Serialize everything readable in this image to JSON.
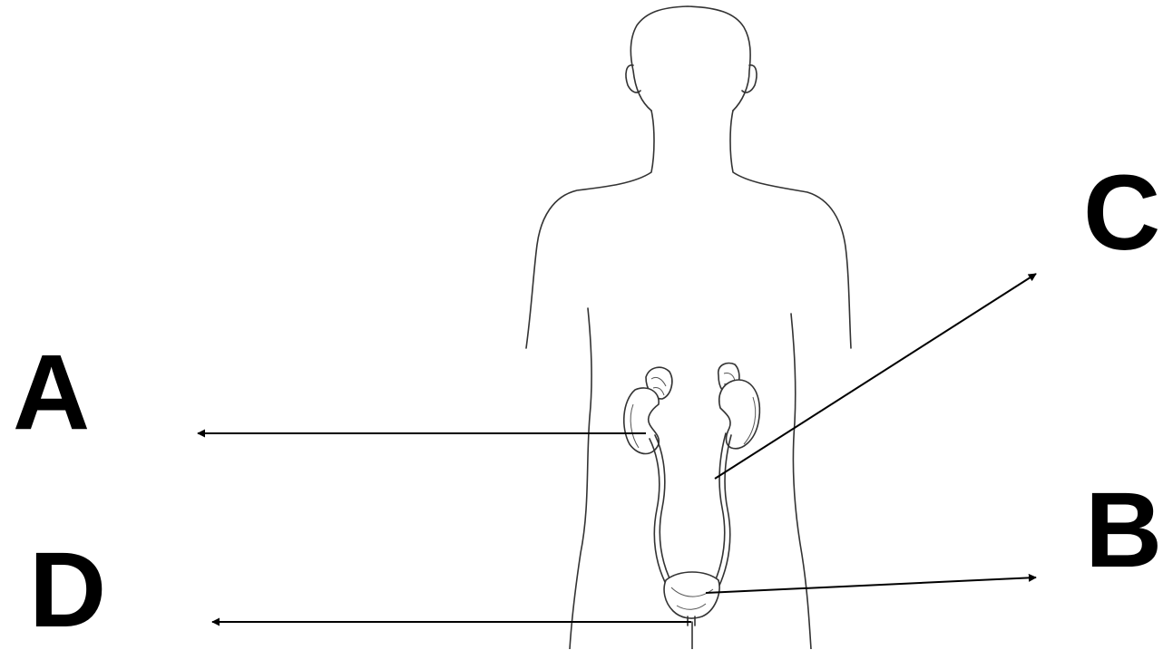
{
  "labels": {
    "a": "A",
    "b": "B",
    "c": "C",
    "d": "D"
  },
  "colors": {
    "outline": "#333333",
    "arrow": "#000000",
    "background": "#ffffff"
  }
}
